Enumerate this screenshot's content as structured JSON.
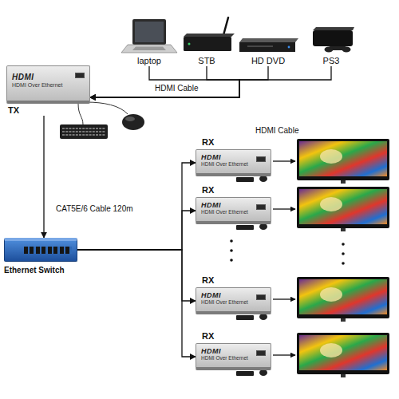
{
  "diagram": {
    "nodes": [
      {
        "text": [
          "laptop"
        ]
      },
      {
        "text": [
          "STB"
        ]
      },
      {
        "text": [
          "HD DVD"
        ]
      },
      {
        "text": [
          "PS3"
        ]
      },
      {
        "text": [
          "HDMI",
          "HDMI Over Ethernet",
          "TX"
        ]
      },
      {
        "text": [
          "Ethernet Switch"
        ]
      },
      {
        "text": [
          "RX",
          "HDMI",
          "HDMI Over Ethernet"
        ]
      },
      {
        "text": [
          "RX",
          "HDMI",
          "HDMI Over Ethernet"
        ]
      },
      {
        "text": [
          "RX",
          "HDMI",
          "HDMI Over Ethernet"
        ]
      },
      {
        "text": [
          "RX",
          "HDMI",
          "HDMI Over Ethernet"
        ]
      }
    ],
    "edges": [
      {
        "from": 0,
        "to": 4,
        "arrow": "to",
        "label": "HDMI Cable"
      },
      {
        "from": 1,
        "to": 4,
        "arrow": "to"
      },
      {
        "from": 2,
        "to": 4,
        "arrow": "to"
      },
      {
        "from": 3,
        "to": 4,
        "arrow": "to"
      },
      {
        "from": 4,
        "to": 5,
        "arrow": "to",
        "label": "CAT5E/6 Cable 120m"
      },
      {
        "from": 5,
        "to": 6,
        "arrow": "to"
      },
      {
        "from": 5,
        "to": 7,
        "arrow": "to"
      },
      {
        "from": 5,
        "to": 8,
        "arrow": "to"
      },
      {
        "from": 5,
        "to": 9,
        "arrow": "to"
      }
    ],
    "labels": [
      "HDMI Cable"
    ]
  }
}
